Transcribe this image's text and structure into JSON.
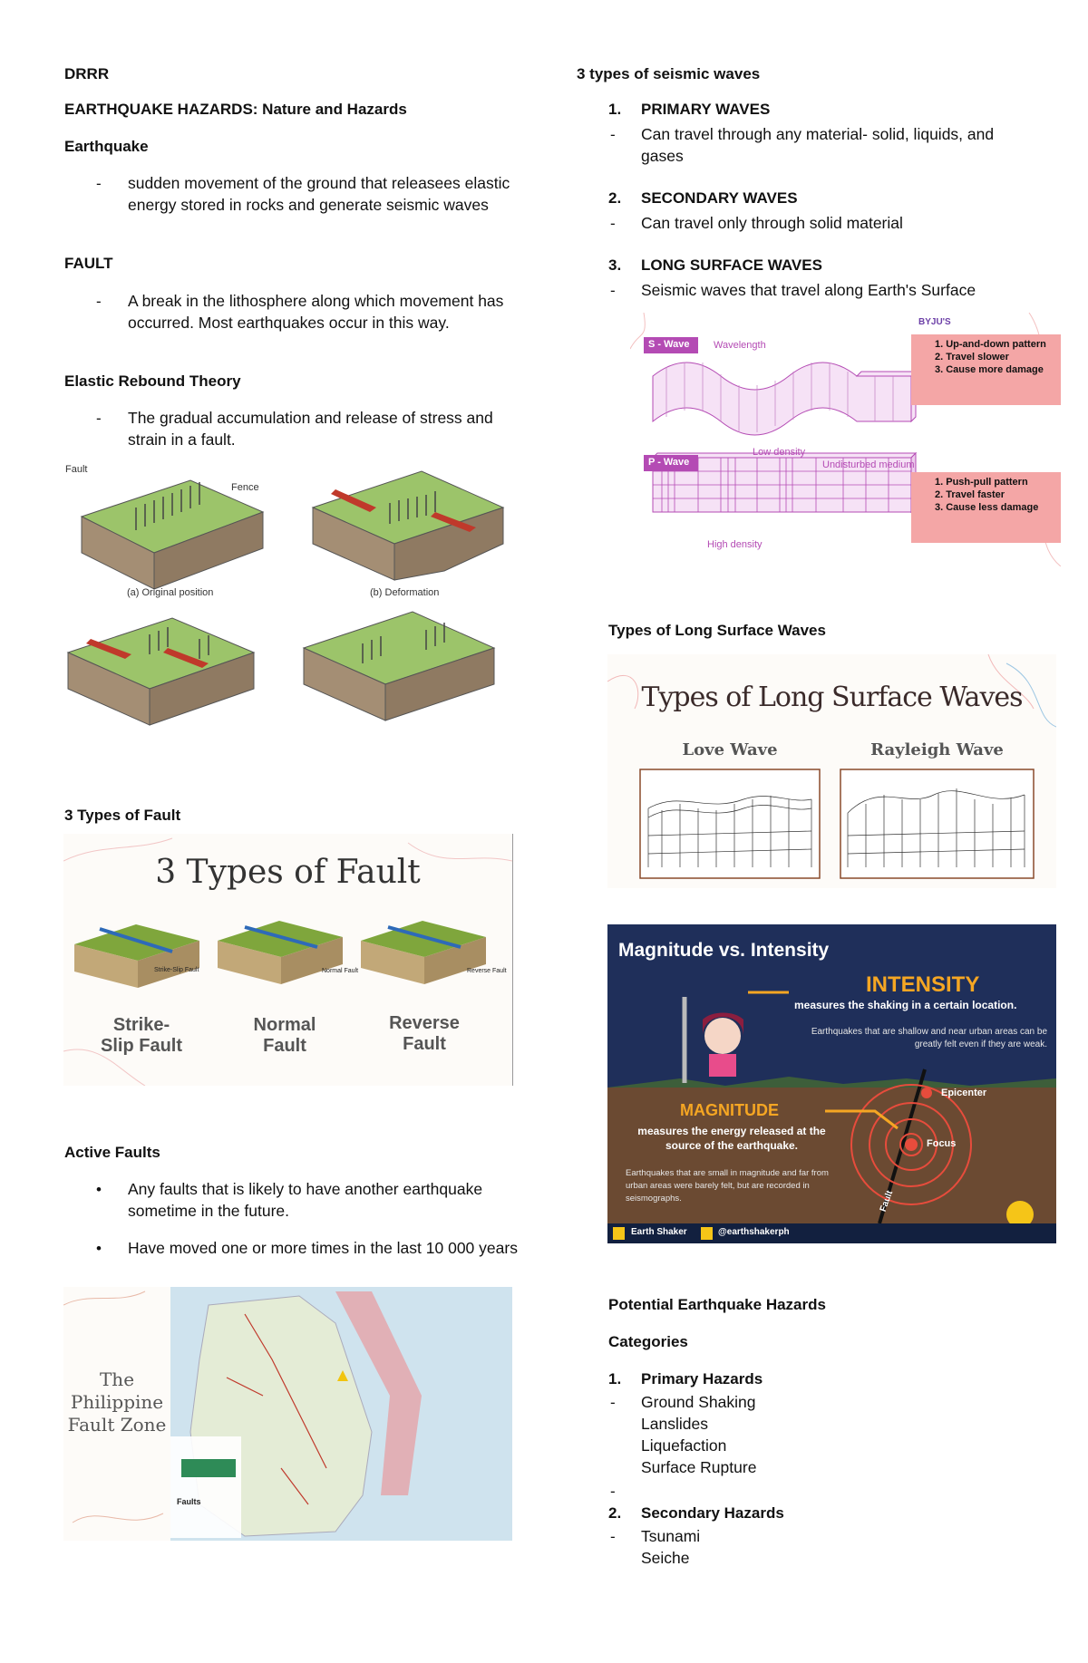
{
  "left": {
    "title": "DRRR",
    "subtitle": "EARTHQUAKE HAZARDS: Nature and Hazards",
    "earthquake": {
      "heading": "Earthquake",
      "bullet": "-",
      "text": "sudden movement of the ground that releasees elastic energy stored in rocks and generate seismic waves"
    },
    "fault": {
      "heading": "FAULT",
      "bullet": "-",
      "text": "A break in the lithosphere along which movement has occurred.  Most earthquakes occur in this way."
    },
    "elastic": {
      "heading": "Elastic Rebound Theory",
      "bullet": "-",
      "text": "The gradual accumulation and release of stress and strain in a fault.",
      "figure": {
        "label_fault": "Fault",
        "label_fence": "Fence",
        "caption_a": "(a) Original position",
        "caption_b": "(b) Deformation"
      }
    },
    "types_fault": {
      "heading": "3 Types of Fault",
      "figure": {
        "title": "3 Types of Fault",
        "items": [
          "Strike-Slip Fault",
          "Normal Fault",
          "Reverse Fault"
        ],
        "small": [
          "Strike-Slip Fault",
          "Normal Fault",
          "Reverse Fault"
        ]
      }
    },
    "active": {
      "heading": "Active Faults",
      "bullets": [
        "Any faults that is likely to have another earthquake sometime in the future.",
        "Have moved one or more times  in the last 10 000 years"
      ],
      "map": {
        "title": "The Philippine Fault Zone",
        "legend": "Faults"
      }
    }
  },
  "right": {
    "seismic": {
      "heading": "3 types of seismic waves",
      "items": [
        {
          "num": "1.",
          "title": "PRIMARY WAVES",
          "text": "Can travel through any material- solid, liquids, and gases"
        },
        {
          "num": "2.",
          "title": "SECONDARY WAVES",
          "text": "Can travel only through solid material"
        },
        {
          "num": "3.",
          "title": "LONG SURFACE WAVES",
          "text": "Seismic waves that travel along Earth's Surface"
        }
      ],
      "figure": {
        "brand": "BYJU'S",
        "s_label": "S - Wave",
        "p_label": "P - Wave",
        "wavelength": "Wavelength",
        "low_density": "Low density",
        "undisturbed": "Undisturbed medium",
        "high_density": "High density",
        "s_box": [
          "1. Up-and-down pattern",
          "2. Travel slower",
          "3. Cause more damage"
        ],
        "p_box": [
          "1. Push-pull pattern",
          "2. Travel faster",
          "3. Cause less damage"
        ]
      }
    },
    "long_surface": {
      "heading": "Types of Long Surface Waves",
      "figure": {
        "title": "Types of Long Surface Waves",
        "love": "Love Wave",
        "rayleigh": "Rayleigh Wave"
      }
    },
    "magnitude": {
      "title": "Magnitude vs. Intensity",
      "intensity": "INTENSITY",
      "intensity_sub": "measures the shaking in a certain location.",
      "intensity_text": "Earthquakes that are shallow and near urban areas can be greatly felt even if they are weak.",
      "magnitude": "MAGNITUDE",
      "magnitude_sub": "measures the energy released at the source of the earthquake.",
      "magnitude_text": "Earthquakes that are small in magnitude and far from urban areas were barely felt, but are recorded in seismographs.",
      "epicenter": "Epicenter",
      "focus": "Focus",
      "fault": "Fault",
      "footer_left": "Earth Shaker",
      "footer_right": "@earthshakerph"
    },
    "hazards": {
      "heading": "Potential Earthquake Hazards",
      "categories": "Categories",
      "primary": {
        "num": "1.",
        "title": "Primary Hazards",
        "items": [
          "Ground Shaking",
          "Lanslides",
          "Liquefaction",
          "Surface Rupture"
        ]
      },
      "empty_bullet": "-",
      "secondary": {
        "num": "2.",
        "title": "Secondary Hazards",
        "items": [
          "Tsunami",
          "Seiche"
        ]
      }
    }
  },
  "colors": {
    "magenta": "#b44bb4",
    "pink_box": "#f4a6a6",
    "navy": "#1f2f5a",
    "orange": "#f5a623",
    "brown": "#6b4a32"
  }
}
